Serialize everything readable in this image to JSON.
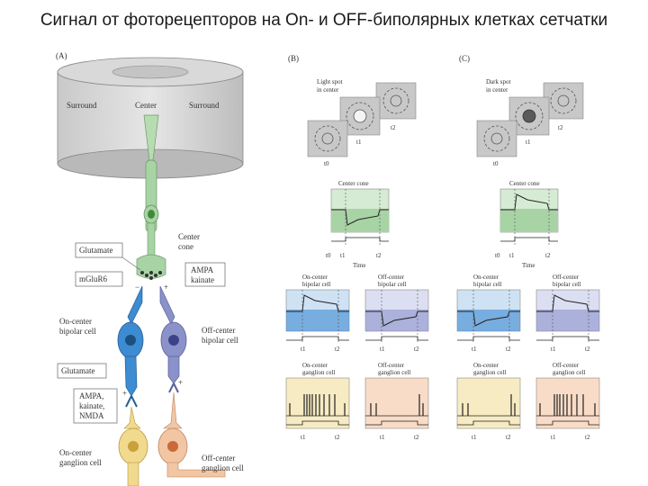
{
  "title": "Сигнал от фоторецепторов на On- и OFF-биполярных клетках сетчатки",
  "panel_a": {
    "tag": "(A)",
    "surround_left": "Surround",
    "center": "Center",
    "surround_right": "Surround",
    "glutamate_top": "Glutamate",
    "center_cone_1": "Center",
    "center_cone_2": "cone",
    "mglur6": "mGluR6",
    "ampa_1": "AMPA",
    "ampa_2": "kainate",
    "on_bipolar_1": "On-center",
    "on_bipolar_2": "bipolar cell",
    "off_bipolar_1": "Off-center",
    "off_bipolar_2": "bipolar cell",
    "glutamate_bottom": "Glutamate",
    "ampa_nmda_1": "AMPA,",
    "ampa_nmda_2": "kainate,",
    "ampa_nmda_3": "NMDA",
    "on_ganglion_1": "On-center",
    "on_ganglion_2": "ganglion cell",
    "off_ganglion_1": "Off-center",
    "off_ganglion_2": "ganglion cell",
    "minus": "−",
    "plus": "+"
  },
  "panel_b": {
    "tag": "(B)",
    "spot_1": "Light spot",
    "spot_2": "in center",
    "t0": "t0",
    "t1": "t1",
    "t2": "t2",
    "cone_title": "Center cone",
    "time": "Time",
    "on_bip_1": "On-center",
    "on_bip_2": "bipolar cell",
    "off_bip_1": "Off-center",
    "off_bip_2": "bipolar cell",
    "on_gang_1": "On-center",
    "on_gang_2": "ganglion cell",
    "off_gang_1": "Off-center",
    "off_gang_2": "ganglion cell"
  },
  "panel_c": {
    "tag": "(C)",
    "spot_1": "Dark spot",
    "spot_2": "in center",
    "t0": "t0",
    "t1": "t1",
    "t2": "t2",
    "cone_title": "Center cone",
    "time": "Time",
    "on_bip_1": "On-center",
    "on_bip_2": "bipolar cell",
    "off_bip_1": "Off-center",
    "off_bip_2": "bipolar cell",
    "on_gang_1": "On-center",
    "on_gang_2": "ganglion cell",
    "off_gang_1": "Off-center",
    "off_gang_2": "ganglion cell"
  },
  "colors": {
    "cone_green": "#a8d3a5",
    "on_bipolar_blue": "#3d8bd0",
    "off_bipolar_blue": "#8a92c9",
    "on_ganglion_yellow": "#f1d98d",
    "off_ganglion_peach": "#f2c5a3"
  }
}
